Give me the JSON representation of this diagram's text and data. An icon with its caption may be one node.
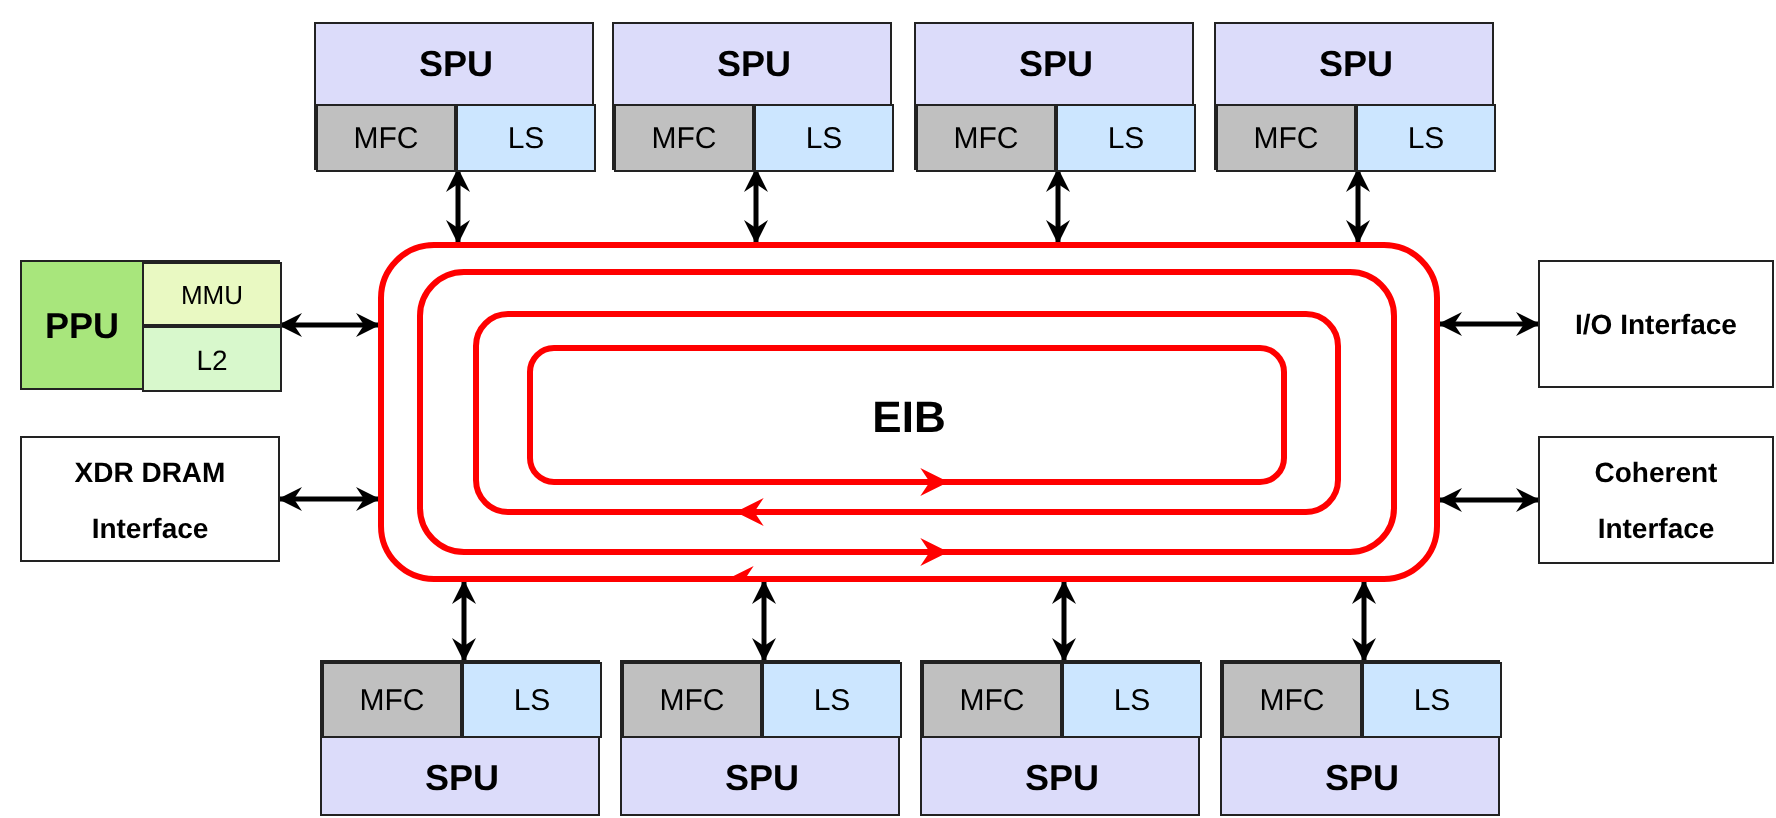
{
  "diagram": {
    "nodes": [
      {
        "text": [
          "SPU"
        ]
      },
      {
        "text": [
          "MFC"
        ],
        "in": 0
      },
      {
        "text": [
          "LS"
        ],
        "in": 0
      },
      {
        "text": [
          "SPU"
        ]
      },
      {
        "text": [
          "MFC"
        ],
        "in": 3
      },
      {
        "text": [
          "LS"
        ],
        "in": 3
      },
      {
        "text": [
          "SPU"
        ]
      },
      {
        "text": [
          "MFC"
        ],
        "in": 6
      },
      {
        "text": [
          "LS"
        ],
        "in": 6
      },
      {
        "text": [
          "SPU"
        ]
      },
      {
        "text": [
          "MFC"
        ],
        "in": 9
      },
      {
        "text": [
          "LS"
        ],
        "in": 9
      },
      {
        "text": [
          "PPU"
        ]
      },
      {
        "text": [
          "MMU"
        ],
        "in": 12
      },
      {
        "text": [
          "L2"
        ],
        "in": 12
      },
      {
        "text": [
          "EIB"
        ]
      },
      {
        "text": [
          "I/O Interface"
        ]
      },
      {
        "text": [
          "XDR DRAM Interface"
        ]
      },
      {
        "text": [
          "Coherent Interface"
        ]
      },
      {
        "text": [
          "SPU"
        ]
      },
      {
        "text": [
          "MFC"
        ],
        "in": 19
      },
      {
        "text": [
          "LS"
        ],
        "in": 19
      },
      {
        "text": [
          "SPU"
        ]
      },
      {
        "text": [
          "MFC"
        ],
        "in": 22
      },
      {
        "text": [
          "LS"
        ],
        "in": 22
      },
      {
        "text": [
          "SPU"
        ]
      },
      {
        "text": [
          "MFC"
        ],
        "in": 25
      },
      {
        "text": [
          "LS"
        ],
        "in": 25
      },
      {
        "text": [
          "SPU"
        ]
      },
      {
        "text": [
          "MFC"
        ],
        "in": 28
      },
      {
        "text": [
          "LS"
        ],
        "in": 28
      }
    ],
    "edges": [
      {
        "from": 0,
        "to": 15,
        "arrow": "both"
      },
      {
        "from": 3,
        "to": 15,
        "arrow": "both"
      },
      {
        "from": 6,
        "to": 15,
        "arrow": "both"
      },
      {
        "from": 9,
        "to": 15,
        "arrow": "both"
      },
      {
        "from": 12,
        "to": 15,
        "arrow": "both"
      },
      {
        "from": 16,
        "to": 15,
        "arrow": "both"
      },
      {
        "from": 17,
        "to": 15,
        "arrow": "both"
      },
      {
        "from": 18,
        "to": 15,
        "arrow": "both"
      },
      {
        "from": 19,
        "to": 15,
        "arrow": "both"
      },
      {
        "from": 22,
        "to": 15,
        "arrow": "both"
      },
      {
        "from": 25,
        "to": 15,
        "arrow": "both"
      },
      {
        "from": 28,
        "to": 15,
        "arrow": "both"
      }
    ]
  }
}
